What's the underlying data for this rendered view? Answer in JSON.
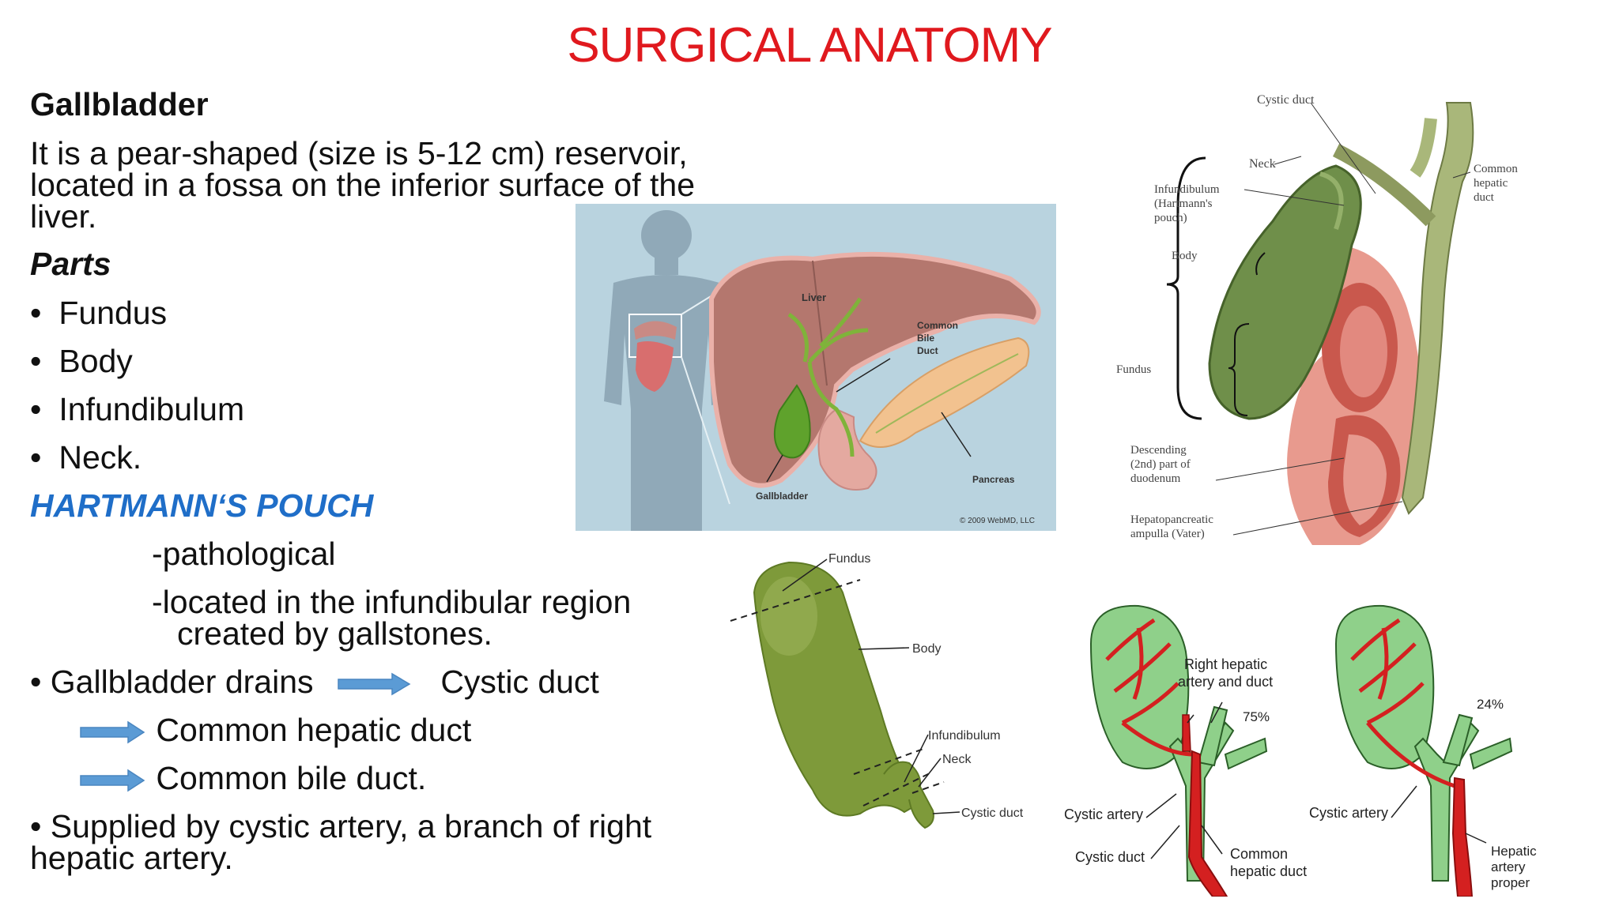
{
  "slide": {
    "title": "SURGICAL ANATOMY",
    "heading": "Gallbladder",
    "intro_1": "It is a pear-shaped (size is 5-12 cm) reservoir,",
    "intro_2": "located in a fossa on the inferior surface of the",
    "intro_3": "liver.",
    "parts_heading": "Parts",
    "parts": [
      "Fundus",
      "Body",
      "Infundibulum",
      "Neck."
    ],
    "pouch_heading": "HARTMANN‘S POUCH",
    "pouch_1": "-pathological",
    "pouch_2": "-located in the infundibular region",
    "pouch_3": "created by gallstones.",
    "drain_1": "Gallbladder drains",
    "drain_1b": "Cystic duct",
    "drain_2": "Common hepatic duct",
    "drain_3": "Common bile duct.",
    "supply_1": "Supplied by cystic artery, a branch of right",
    "supply_2": "hepatic artery.",
    "bullet": "•"
  },
  "figure_webmd": {
    "liver": "Liver",
    "cbd": [
      "Common",
      "Bile",
      "Duct"
    ],
    "pancreas": "Pancreas",
    "gallbladder": "Gallbladder",
    "credit": "© 2009 WebMD, LLC"
  },
  "figure_netter": {
    "cystic_duct": "Cystic duct",
    "neck": "Neck",
    "infundibulum": [
      "Infundibulum",
      "(Hartmann's",
      "pouch)"
    ],
    "body": "Body",
    "fundus": "Fundus",
    "chd": [
      "Common",
      "hepatic",
      "duct"
    ],
    "duodenum": [
      "Descending",
      "(2nd) part of",
      "duodenum"
    ],
    "ampulla": [
      "Hepatopancreatic",
      "ampulla (Vater)"
    ]
  },
  "figure_parts": {
    "fundus": "Fundus",
    "body": "Body",
    "infundibulum": "Infundibulum",
    "neck": "Neck",
    "cystic_duct": "Cystic duct"
  },
  "figure_artery": {
    "rha": [
      "Right hepatic",
      "artery and duct"
    ],
    "pct_75": "75%",
    "pct_24": "24%",
    "cystic_artery": "Cystic artery",
    "cystic_artery_2": "Cystic artery",
    "cystic_duct": "Cystic duct",
    "chd": [
      "Common",
      "hepatic duct"
    ],
    "hepatic_artery": [
      "Hepatic",
      "artery",
      "proper"
    ]
  },
  "colors": {
    "title": "#e0191e",
    "accent_blue": "#1f6ec8",
    "arrow": "#5b9bd5",
    "gallbladder_green": "#7fb33a",
    "artery_red": "#d42020",
    "duct_green": "#8fd08a"
  }
}
